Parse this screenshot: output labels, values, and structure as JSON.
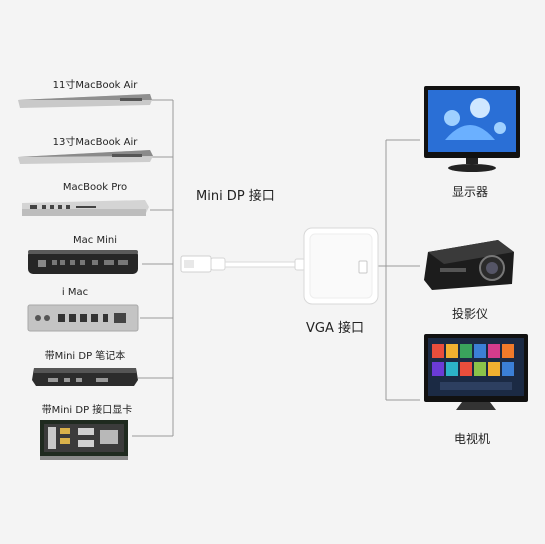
{
  "devices": [
    {
      "label": "11寸MacBook Air",
      "icon": "macbook-air-11"
    },
    {
      "label": "13寸MacBook Air",
      "icon": "macbook-air-13"
    },
    {
      "label": "MacBook Pro",
      "icon": "macbook-pro"
    },
    {
      "label": "Mac  Mini",
      "icon": "mac-mini"
    },
    {
      "label": "i Mac",
      "icon": "imac-back-ports"
    },
    {
      "label": "带Mini DP 笔记本",
      "icon": "notebook"
    },
    {
      "label": "带Mini DP 接口显卡",
      "icon": "graphics-card"
    }
  ],
  "connectors": {
    "mini_dp_label": "Mini DP 接口",
    "vga_label": "VGA 接口"
  },
  "outputs": [
    {
      "label": "显示器",
      "icon": "monitor"
    },
    {
      "label": "投影仪",
      "icon": "projector"
    },
    {
      "label": "电视机",
      "icon": "television"
    }
  ],
  "colors": {
    "line": "#9a9a9a",
    "adapter": "#ffffff",
    "screen": "#2a6fd6"
  }
}
